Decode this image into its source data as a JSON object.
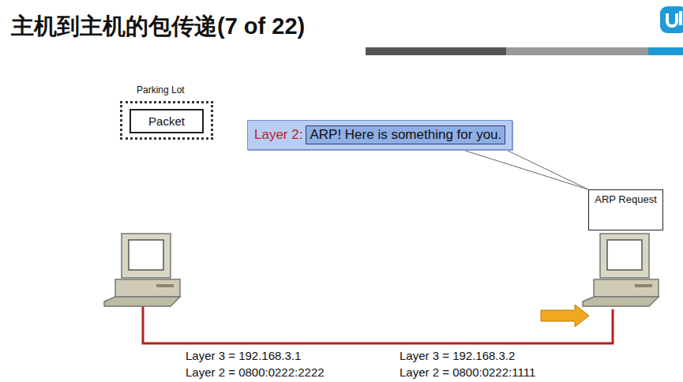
{
  "diagram": {
    "title": "主机到主机的包传递(7 of 22)",
    "nodes": [
      {
        "text": [
          "Parking Lot"
        ]
      },
      {
        "text": [
          "Packet"
        ],
        "in": 0
      },
      {
        "text": [
          "Layer 2:",
          "ARP! Here is something for you."
        ]
      },
      {
        "text": [
          "ARP Request"
        ]
      }
    ],
    "edges": [
      {
        "from": 2,
        "to": 3,
        "arrow": "none"
      }
    ],
    "labels": [
      "Layer 3 = 192.168.3.1",
      "Layer 2 = 0800:0222:2222",
      "Layer 3 = 192.168.3.2",
      "Layer 2 = 0800:0222:1111"
    ]
  }
}
